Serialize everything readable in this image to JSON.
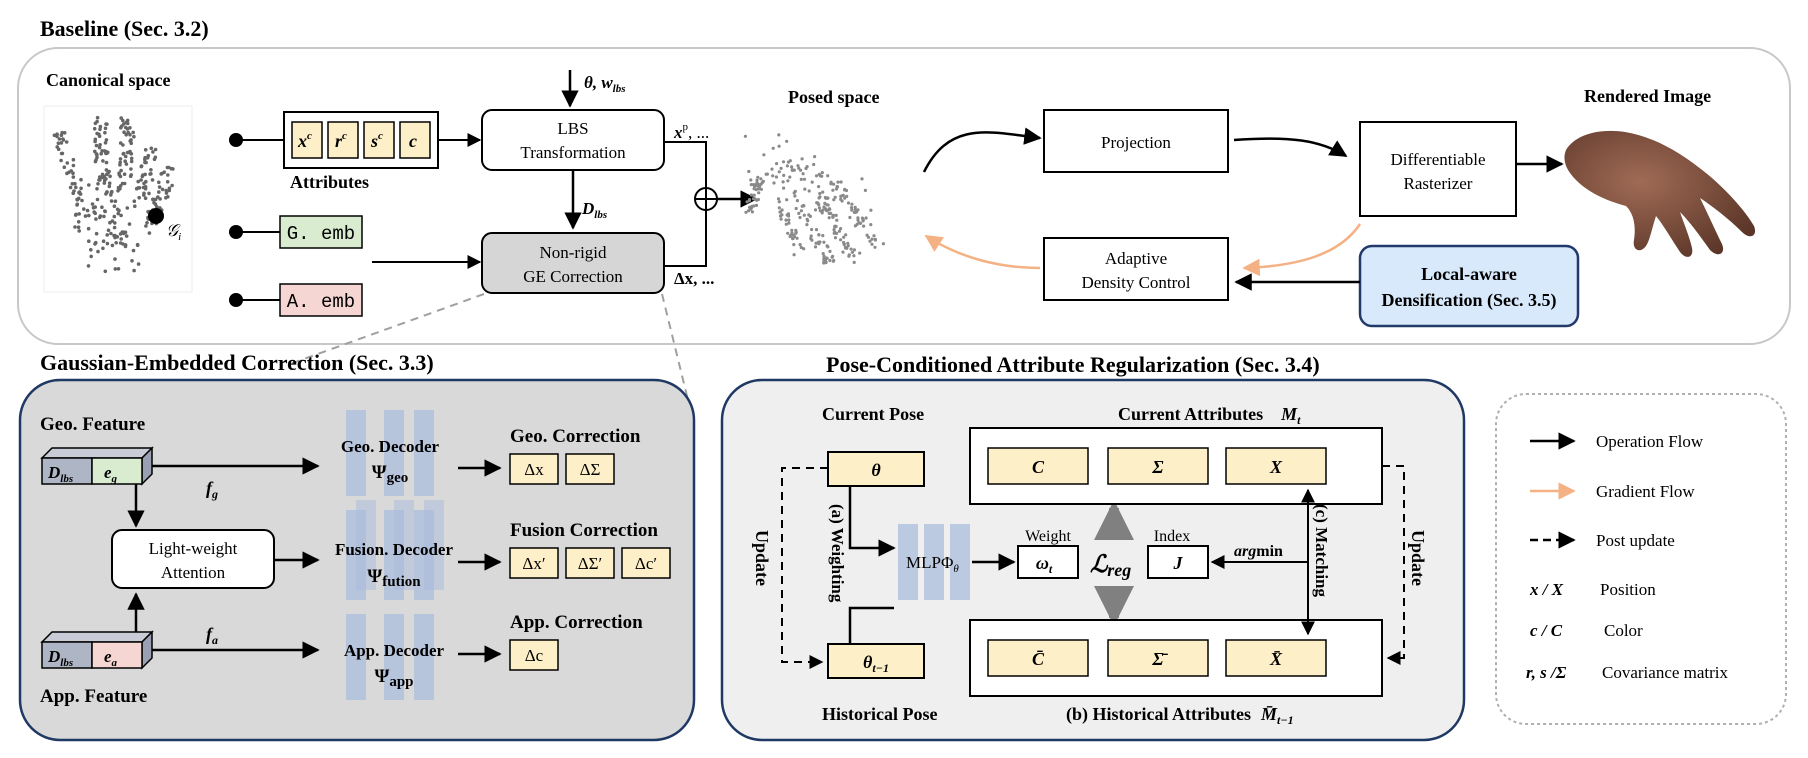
{
  "baseline": {
    "title": "Baseline (Sec. 3.2)",
    "canonical_space": "Canonical space",
    "gaussian_label": "𝒢",
    "gaussian_sub": "i",
    "attributes_label": "Attributes",
    "attr_chips": [
      {
        "main": "x",
        "sup": "c"
      },
      {
        "main": "r",
        "sup": "c"
      },
      {
        "main": "s",
        "sup": "c"
      },
      {
        "main": "c",
        "sup": ""
      }
    ],
    "g_emb": "G. emb",
    "a_emb": "A. emb",
    "theta_w": "θ, w",
    "theta_w_sub": "lbs",
    "lbs_box": [
      "LBS",
      "Transformation"
    ],
    "d_lbs": "D",
    "d_lbs_sub": "lbs",
    "nonrigid_box": [
      "Non-rigid",
      "GE Correction"
    ],
    "xp_label": "x",
    "xp_sup": "p",
    "xp_tail": ", ...",
    "dx_label": "Δx, ...",
    "posed_space": "Posed space",
    "projection": "Projection",
    "rasterizer": [
      "Differentiable",
      "Rasterizer"
    ],
    "rendered_image": "Rendered Image",
    "adc": [
      "Adaptive",
      "Density Control"
    ],
    "local_aware": [
      "Local-aware",
      "Densification (Sec. 3.5)"
    ]
  },
  "gec": {
    "title": "Gaussian-Embedded Correction (Sec. 3.3)",
    "geo_feature": "Geo. Feature",
    "app_feature": "App. Feature",
    "dlbs": "D",
    "dlbs_sub": "lbs",
    "eg": "e",
    "eg_sub": "g",
    "ea": "e",
    "ea_sub": "a",
    "fg": "f",
    "fg_sub": "g",
    "fa": "f",
    "fa_sub": "a",
    "attention": [
      "Light-weight",
      "Attention"
    ],
    "geo_decoder": "Geo. Decoder",
    "geo_psi": "Ψ",
    "geo_psi_sub": "geo",
    "fusion_decoder": "Fusion. Decoder",
    "fusion_psi": "Ψ",
    "fusion_psi_sub": "fution",
    "app_decoder": "App. Decoder",
    "app_psi": "Ψ",
    "app_psi_sub": "app",
    "geo_correction": "Geo. Correction",
    "geo_chips": [
      "Δx",
      "ΔΣ"
    ],
    "fusion_correction": "Fusion Correction",
    "fusion_chips": [
      "Δx′",
      "ΔΣ′",
      "Δc′"
    ],
    "app_correction": "App. Correction",
    "app_chips": [
      "Δc"
    ]
  },
  "pcar": {
    "title": "Pose-Conditioned Attribute Regularization (Sec. 3.4)",
    "current_pose": "Current Pose",
    "historical_pose": "Historical Pose",
    "theta": "θ",
    "theta_prev": "θ",
    "theta_prev_sub": "t−1",
    "current_attributes": "Current Attributes",
    "mt": "M",
    "mt_sub": "t",
    "current_chips": [
      "C",
      "Σ",
      "X"
    ],
    "historical_attributes": "(b) Historical Attributes",
    "mt1": "M̄",
    "mt1_sub": "t−1",
    "historical_chips": [
      "C̄",
      "Σ̄",
      "X̄"
    ],
    "update": "Update",
    "weighting": "(a) Weighting",
    "matching": "(c) Matching",
    "mlp": "MLPΦ",
    "mlp_sub": "θ",
    "weight_label": "Weight",
    "omega": "ω",
    "omega_sub": "t",
    "lreg": "ℒ",
    "lreg_sub": "reg",
    "index_label": "Index",
    "j": "J",
    "argmin_it": "arg",
    "argmin": "min"
  },
  "legend": {
    "items": [
      {
        "symbol": "solid-arrow",
        "text": "Operation Flow"
      },
      {
        "symbol": "orange-arrow",
        "text": "Gradient Flow"
      },
      {
        "symbol": "dashed-arrow",
        "text": "Post update"
      },
      {
        "symbol": "x / X",
        "text": "Position"
      },
      {
        "symbol": "c / C",
        "text": "Color"
      },
      {
        "symbol": "r, s /Σ",
        "text": "Covariance matrix"
      }
    ]
  },
  "colors": {
    "chip_fill": "#fdf0c8",
    "g_emb_fill": "#d9ecd0",
    "a_emb_fill": "#f6d6d2",
    "gray_box": "#d6d6d6",
    "panel_gray": "#d9d9d9",
    "panel_light": "#efefef",
    "local_aware_fill": "#d8e9fb",
    "local_aware_stroke": "#223a6b",
    "decoder_blue": "#a9bcdc",
    "gradient_orange": "#f4b183",
    "dark_blue": "#1f3864",
    "dlbs_fill": "#aeb6c6"
  }
}
